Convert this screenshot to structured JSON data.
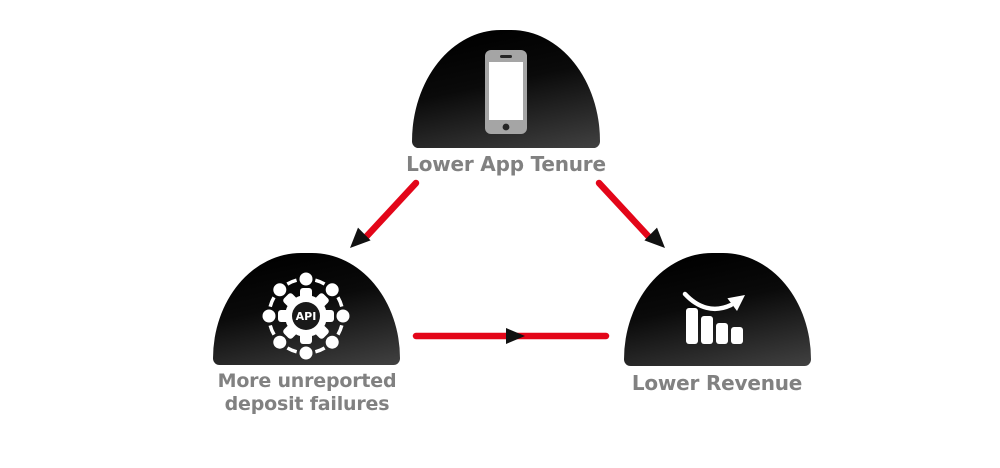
{
  "diagram": {
    "background_color": "#ffffff",
    "arrow_line_color": "#e30619",
    "arrowhead_color": "#111111",
    "node_gradient_top": "#000000",
    "node_gradient_bottom": "#414141",
    "label_color": "#818181",
    "icon_color": "#ffffff",
    "nodes": [
      {
        "id": "lower-app-tenure",
        "label": "Lower App Tenure",
        "icon": "smartphone-icon",
        "position": "top-center"
      },
      {
        "id": "more-unreported-deposit-failures",
        "label": "More unreported deposit failures",
        "label_lines": [
          "More unreported",
          "deposit failures"
        ],
        "icon": "api-gear-icon",
        "icon_text": "API",
        "position": "bottom-left"
      },
      {
        "id": "lower-revenue",
        "label": "Lower Revenue",
        "icon": "declining-bar-chart-icon",
        "position": "bottom-right"
      }
    ],
    "edges": [
      {
        "from": "lower-app-tenure",
        "to": "more-unreported-deposit-failures",
        "style": "red-line-black-arrowhead",
        "direction": "down-left"
      },
      {
        "from": "lower-app-tenure",
        "to": "lower-revenue",
        "style": "red-line-black-arrowhead",
        "direction": "down-right"
      },
      {
        "from": "more-unreported-deposit-failures",
        "to": "lower-revenue",
        "style": "red-line-black-arrowhead",
        "direction": "right"
      }
    ]
  }
}
